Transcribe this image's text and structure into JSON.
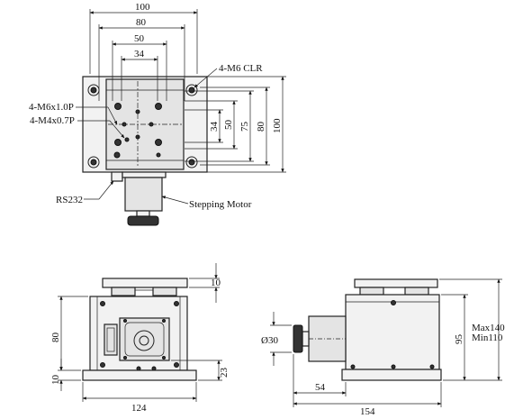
{
  "top_view": {
    "dim_100": "100",
    "dim_80": "80",
    "dim_50": "50",
    "dim_34": "34",
    "vdim_34": "34",
    "vdim_50": "50",
    "vdim_75": "75",
    "vdim_80": "80",
    "vdim_100": "100",
    "label_m6_clr": "4-M6 CLR",
    "label_m6": "4-M6x1.0P",
    "label_m4": "4-M4x0.7P",
    "label_rs232": "RS232",
    "label_motor": "Stepping Motor"
  },
  "front_view": {
    "dim_10_top": "10",
    "dim_80": "80",
    "dim_10_bottom": "10",
    "dim_23": "23",
    "dim_124": "124"
  },
  "side_view": {
    "dim_dia30": "Ø30",
    "dim_95": "95",
    "dim_max": "Max140",
    "dim_min": "Min110",
    "dim_54": "54",
    "dim_154": "154"
  }
}
